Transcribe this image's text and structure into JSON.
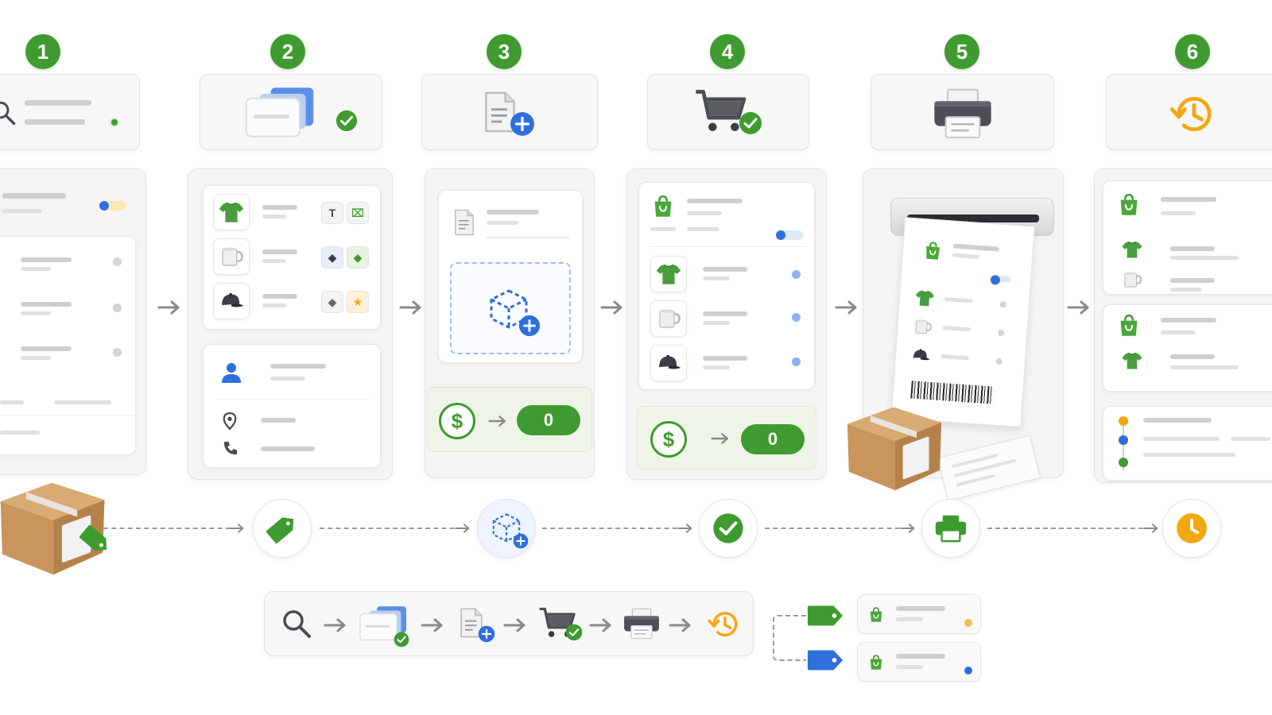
{
  "steps": [
    {
      "number": "1",
      "icon": "search-icon"
    },
    {
      "number": "2",
      "icon": "select-products-icon"
    },
    {
      "number": "3",
      "icon": "new-document-icon"
    },
    {
      "number": "4",
      "icon": "cart-check-icon"
    },
    {
      "number": "5",
      "icon": "printer-icon"
    },
    {
      "number": "6",
      "icon": "history-icon"
    }
  ],
  "payment": [
    {
      "symbol": "$",
      "amount": "0"
    },
    {
      "symbol": "$",
      "amount": "0"
    }
  ],
  "flow_icons": [
    "tag-icon",
    "custom-box-icon",
    "check-icon",
    "printer-icon",
    "clock-icon"
  ],
  "summary_icons": [
    "search-icon",
    "select-products-icon",
    "new-document-icon",
    "cart-check-icon",
    "printer-icon",
    "history-icon"
  ],
  "colors": {
    "green": "#3f9b2f",
    "blue": "#2f6fdb",
    "orange": "#f3a712",
    "box": "#c9955a"
  }
}
